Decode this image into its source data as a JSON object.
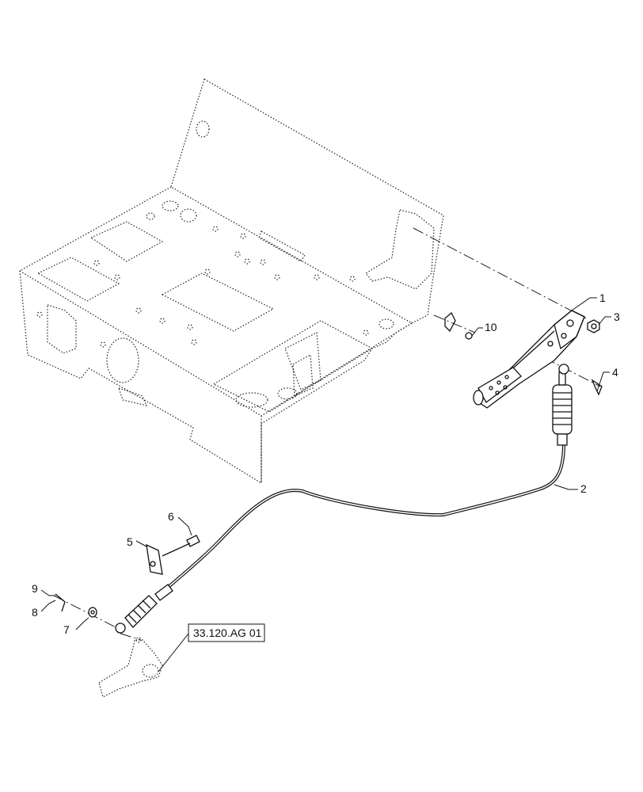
{
  "diagram": {
    "callouts": [
      {
        "id": "1",
        "label": "1"
      },
      {
        "id": "2",
        "label": "2"
      },
      {
        "id": "3",
        "label": "3"
      },
      {
        "id": "4",
        "label": "4"
      },
      {
        "id": "5",
        "label": "5"
      },
      {
        "id": "6",
        "label": "6"
      },
      {
        "id": "7",
        "label": "7"
      },
      {
        "id": "8",
        "label": "8"
      },
      {
        "id": "9",
        "label": "9"
      },
      {
        "id": "10",
        "label": "10"
      }
    ],
    "reference": {
      "label": "33.120.AG 01"
    }
  },
  "colors": {
    "line": "#111111",
    "background": "#ffffff"
  }
}
